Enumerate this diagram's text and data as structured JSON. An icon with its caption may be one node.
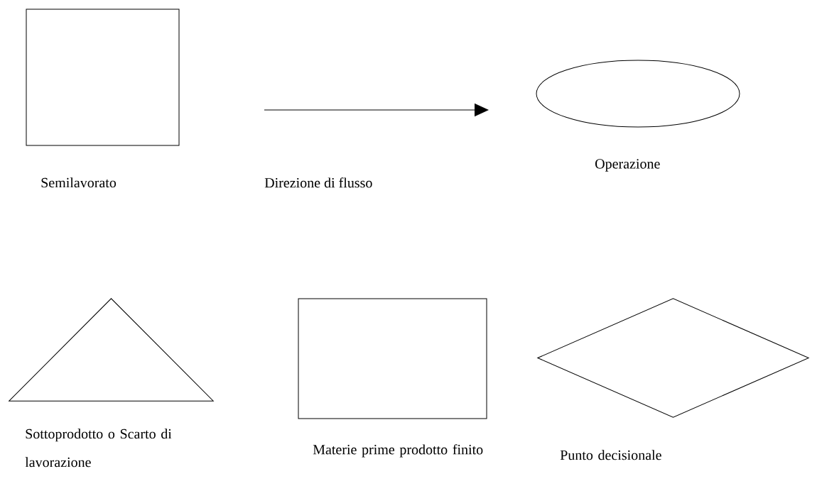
{
  "diagram": {
    "nodes": [
      {
        "text": [
          "Semilavorato"
        ]
      },
      {
        "text": [
          "Operazione"
        ]
      },
      {
        "text": [
          "Sottoprodotto o Scarto di lavorazione"
        ]
      },
      {
        "text": [
          "Materie prime prodotto finito"
        ]
      },
      {
        "text": [
          "Punto decisionale"
        ]
      }
    ],
    "labels": [
      "Direzione di flusso"
    ]
  }
}
